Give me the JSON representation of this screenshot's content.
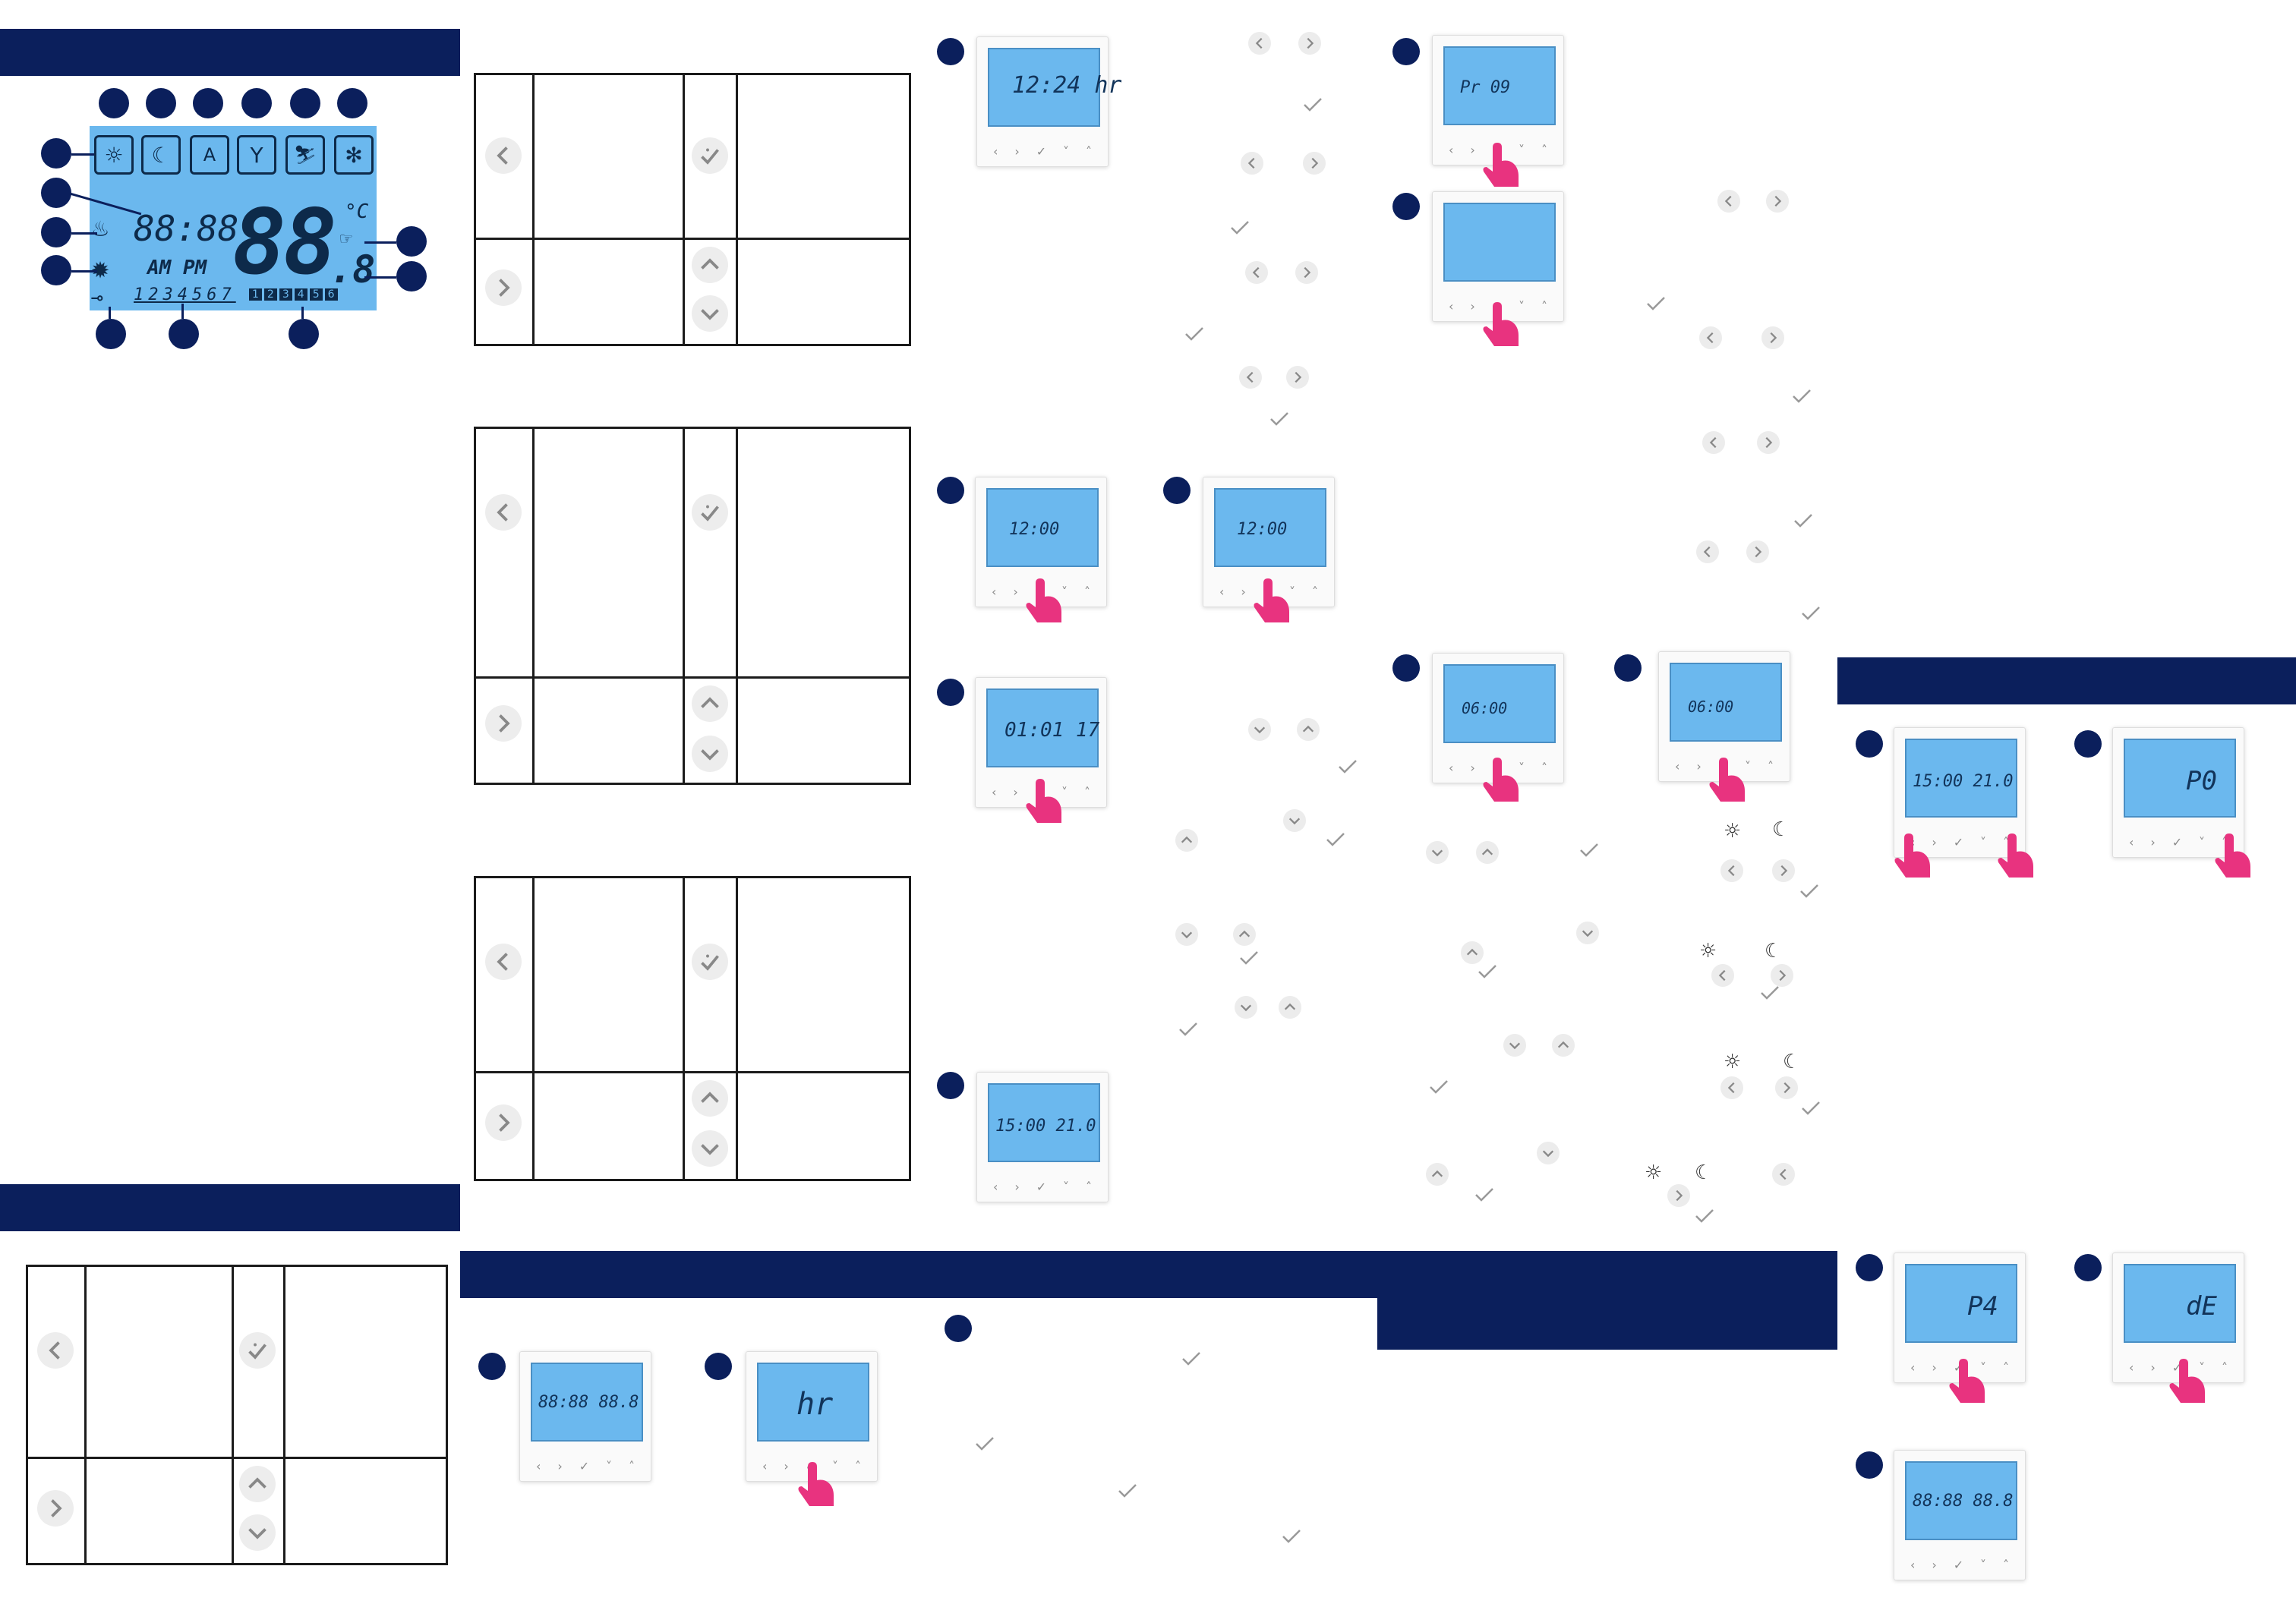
{
  "lcd": {
    "clock": "88:88",
    "ampm": "AM PM",
    "temp_big": "88",
    "temp_dec": ".8",
    "unit": "°C",
    "days": "1234567",
    "periods": [
      "1",
      "2",
      "3",
      "4",
      "5",
      "6"
    ]
  },
  "icons": [
    "sun-icon",
    "moon-icon",
    "auto-icon",
    "party-icon",
    "holiday-icon",
    "frost-icon"
  ],
  "screens": {
    "s1": "12:24 hr",
    "s2": "Pr 09",
    "s3": "12:00",
    "s4": "12:00",
    "s5": "01:01 17",
    "s6": "15:00 21.0",
    "s7": "06:00",
    "s8": "06:00",
    "s9": "15:00 21.0",
    "s10": "P0",
    "s11": "P4",
    "s12": "dE",
    "s13": "88:88 88.8",
    "s14": "88:88 88.8",
    "s15": "hr"
  },
  "keys": [
    "‹",
    "›",
    "✓",
    "˅",
    "˄"
  ],
  "colors": {
    "navy": "#0b1f5c",
    "lcd": "#6bb8ee",
    "hand": "#e8337f"
  }
}
